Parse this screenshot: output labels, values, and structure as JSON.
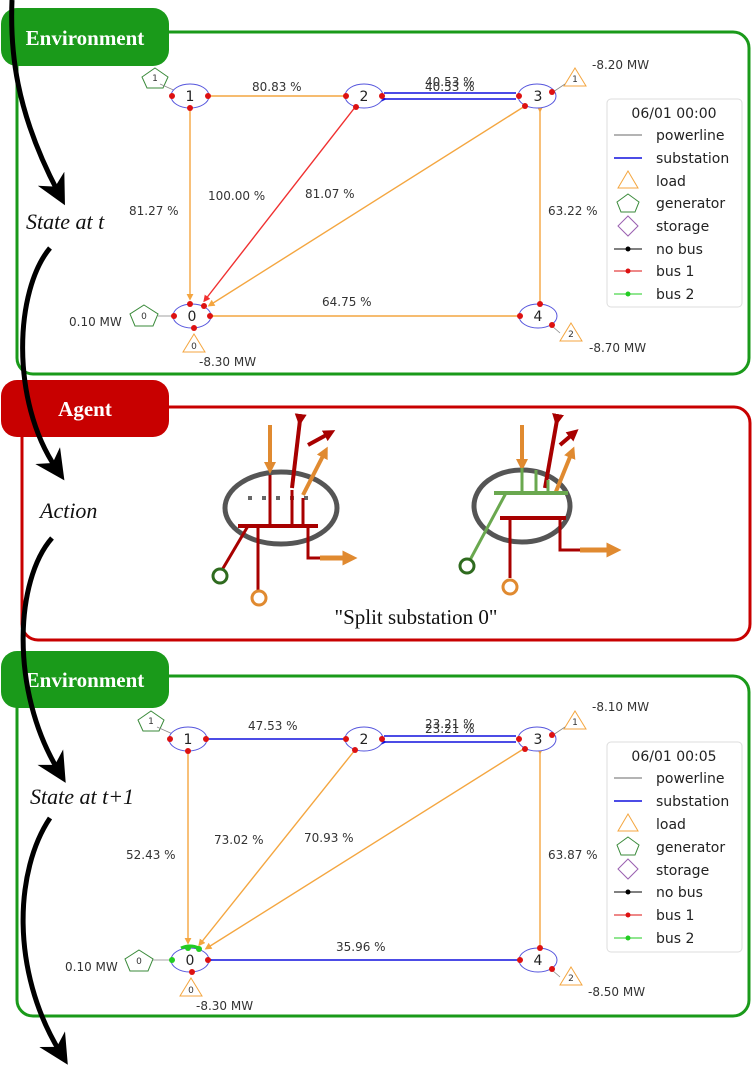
{
  "colors": {
    "env_green": "#1a9a1a",
    "agent_red": "#c80000",
    "line_orange": "#f4a640",
    "line_red": "#f03030",
    "substation_blue": "#1010dd",
    "node_red": "#dd1111",
    "bus2_green": "#22cc22",
    "action_dark_red": "#a80000",
    "action_orange": "#e08a30",
    "action_green": "#6aa84f"
  },
  "panels": {
    "env_top_label": "Environment",
    "agent_label": "Agent",
    "env_bottom_label": "Environment"
  },
  "flow_labels": {
    "state_t": "State at t",
    "action": "Action",
    "state_t1": "State at t+1"
  },
  "action_caption": "\"Split substation 0\"",
  "legend": {
    "items": [
      {
        "icon": "line-gray-icon",
        "label": "powerline"
      },
      {
        "icon": "line-blue-icon",
        "label": "substation"
      },
      {
        "icon": "triangle-icon",
        "label": "load"
      },
      {
        "icon": "pentagon-icon",
        "label": "generator"
      },
      {
        "icon": "diamond-icon",
        "label": "storage"
      },
      {
        "icon": "dot-black-icon",
        "label": "no bus"
      },
      {
        "icon": "dot-red-icon",
        "label": "bus 1"
      },
      {
        "icon": "dot-green-icon",
        "label": "bus 2"
      }
    ]
  },
  "grid_t": {
    "timestamp": "06/01 00:00",
    "nodes": [
      "0",
      "1",
      "2",
      "3",
      "4"
    ],
    "line_labels": {
      "l12": "80.83 %",
      "l23a": "40.53 %",
      "l23b": "40.53 %",
      "l10": "81.27 %",
      "l20": "100.00 %",
      "l30": "81.07 %",
      "l34": "63.22 %",
      "l04": "64.75 %"
    },
    "gen1_id": "1",
    "gen0_id": "0",
    "load3_id": "1",
    "load0_id": "0",
    "load4_id": "2",
    "gen0_mw": "0.10 MW",
    "load0_mw": "-8.30 MW",
    "load3_mw": "-8.20 MW",
    "load4_mw": "-8.70 MW"
  },
  "grid_t1": {
    "timestamp": "06/01 00:05",
    "nodes": [
      "0",
      "1",
      "2",
      "3",
      "4"
    ],
    "line_labels": {
      "l12": "47.53 %",
      "l23a": "23.21 %",
      "l23b": "23.21 %",
      "l10": "52.43 %",
      "l20": "73.02 %",
      "l30": "70.93 %",
      "l34": "63.87 %",
      "l04": "35.96 %"
    },
    "gen1_id": "1",
    "gen0_id": "0",
    "load3_id": "1",
    "load0_id": "0",
    "load4_id": "2",
    "gen0_mw": "0.10 MW",
    "load0_mw": "-8.30 MW",
    "load3_mw": "-8.10 MW",
    "load4_mw": "-8.50 MW"
  }
}
